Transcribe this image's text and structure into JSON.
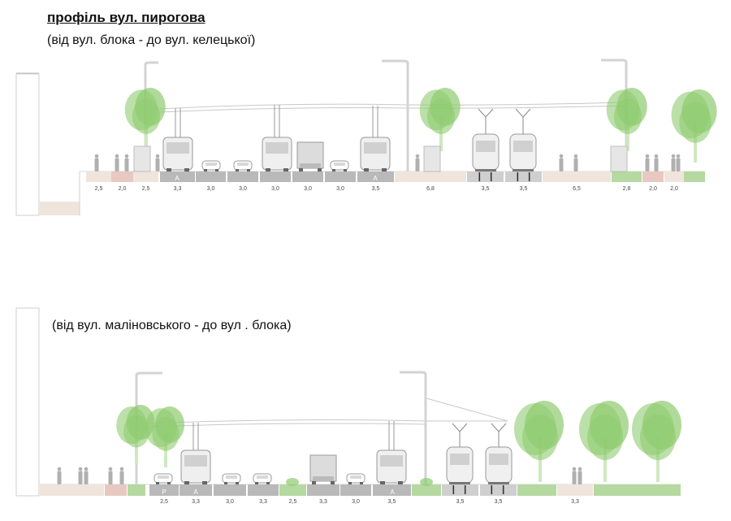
{
  "title": "профіль вул. пирогова",
  "profile_top": {
    "subtitle": "(від вул. блока - до вул. келецької)",
    "widths": [
      "2,5",
      "2,0",
      "2,5",
      "3,3",
      "3,0",
      "3,0",
      "3,0",
      "3,0",
      "3,0",
      "3,5",
      "6,8",
      "3,5",
      "3,5",
      "6,5",
      "2,8",
      "2,0",
      "2,0"
    ],
    "lane_marks": [
      "A",
      "A"
    ]
  },
  "profile_bottom": {
    "subtitle": "(від вул. маліновського - до вул . блока)",
    "widths": [
      "2,5",
      "3,3",
      "3,0",
      "3,3",
      "2,5",
      "3,3",
      "3,0",
      "3,5",
      "3,5",
      "3,5",
      "3,3"
    ],
    "lane_marks": [
      "P",
      "A",
      "A"
    ]
  },
  "colors": {
    "sidewalk": "#efe5dc",
    "bike": "#e8c9c1",
    "road": "#b9b9b9",
    "tram": "#cfcfcf",
    "green": "#b5d9a0",
    "tree": "#8fcb6f",
    "vehicle": "#9a9a9a"
  }
}
